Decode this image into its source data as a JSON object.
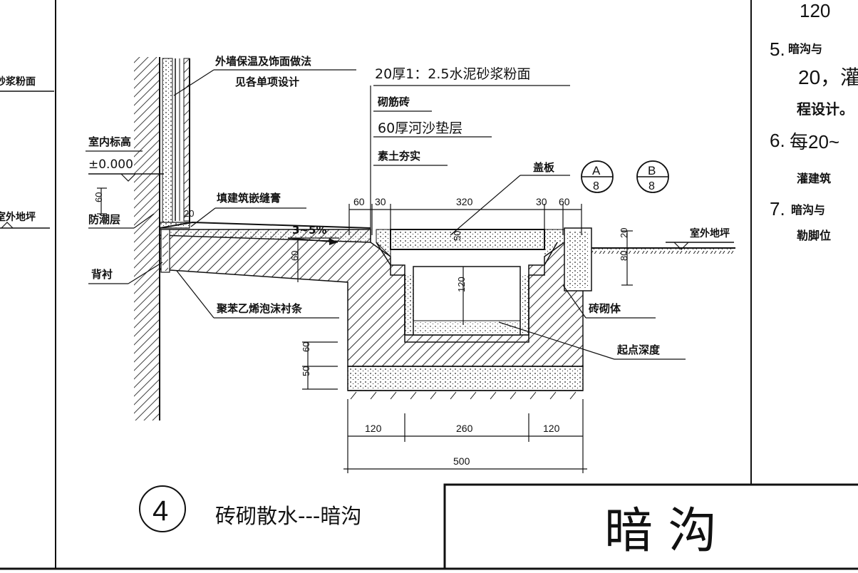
{
  "left_fragments": {
    "mortar": "砂浆粉面",
    "outdoor": "室外地坪"
  },
  "labels": {
    "wall_finish_1": "外墙保温及饰面做法",
    "wall_finish_2": "见各单项设计",
    "mortar_top": "20厚1：2.5水泥砂浆粉面",
    "brick": "砌筋砖",
    "sand": "60厚河沙垫层",
    "soil": "素土夯实",
    "indoor_level": "室内标高",
    "indoor_value": "±0.000",
    "sealant": "填建筑嵌缝膏",
    "damp_proof": "防潮层",
    "backing": "背衬",
    "slope": "3~5%",
    "cover": "盖板",
    "outdoor_ground": "室外地坪",
    "polyethylene": "聚苯乙烯泡沫衬条",
    "masonry": "砖砌体",
    "start_depth": "起点深度",
    "ref_a_letter": "A",
    "ref_a_num": "8",
    "ref_b_letter": "B",
    "ref_b_num": "8"
  },
  "dims": {
    "d60_left": "60",
    "d20": "20",
    "d60_top": "60",
    "d30_left": "30",
    "d320": "320",
    "d30_right": "30",
    "d60_right": "60",
    "d60_slab": "60",
    "d50": "50",
    "d120_inner": "120",
    "d80": "80",
    "d20_ground": "20",
    "d60_v": "60",
    "d50_v": "50",
    "d120_left": "120",
    "d260": "260",
    "d120_right": "120",
    "d500": "500"
  },
  "caption": {
    "number": "4",
    "title": "砖砌散水---暗沟"
  },
  "title_box": {
    "title": "暗 沟"
  },
  "notes": {
    "n_top": "120",
    "n5_num": "5.",
    "n5_l1": "暗沟与",
    "n5_l2": "20，灌",
    "n5_l3": "程设计。",
    "n6_num": "6.",
    "n6_l1": "每20~",
    "n6_l2": "灌建筑",
    "n7_num": "7.",
    "n7_l1": "暗沟与",
    "n7_l2": "勒脚位"
  }
}
